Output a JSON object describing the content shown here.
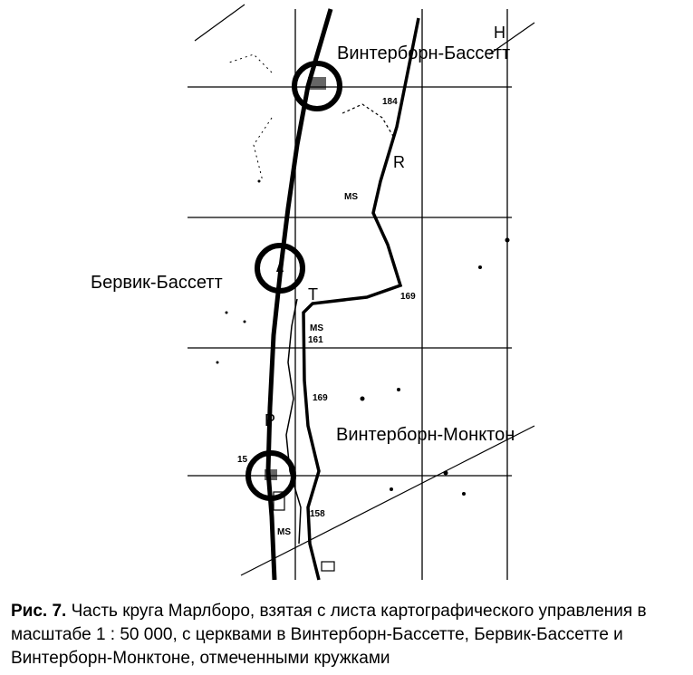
{
  "map": {
    "places": [
      {
        "name": "Винтерборн-Бассетт"
      },
      {
        "name": "Бервик-Бассетт"
      },
      {
        "name": "Винтерборн-Монктон"
      }
    ],
    "spot_heights": [
      "184",
      "169",
      "161",
      "169",
      "158",
      "15"
    ],
    "milestones": [
      "MS",
      "MS",
      "MS"
    ],
    "letters": [
      "R",
      "T",
      "P",
      "H"
    ]
  },
  "caption": {
    "label": "Рис. 7.",
    "text": " Часть круга Марлборо, взятая с листа картографического управления в масштабе 1 : 50 000, с церквами в Винтерборн-Бассетте, Бервик-Бассетте и Винтерборн-Монктоне, отмеченными кружками"
  }
}
